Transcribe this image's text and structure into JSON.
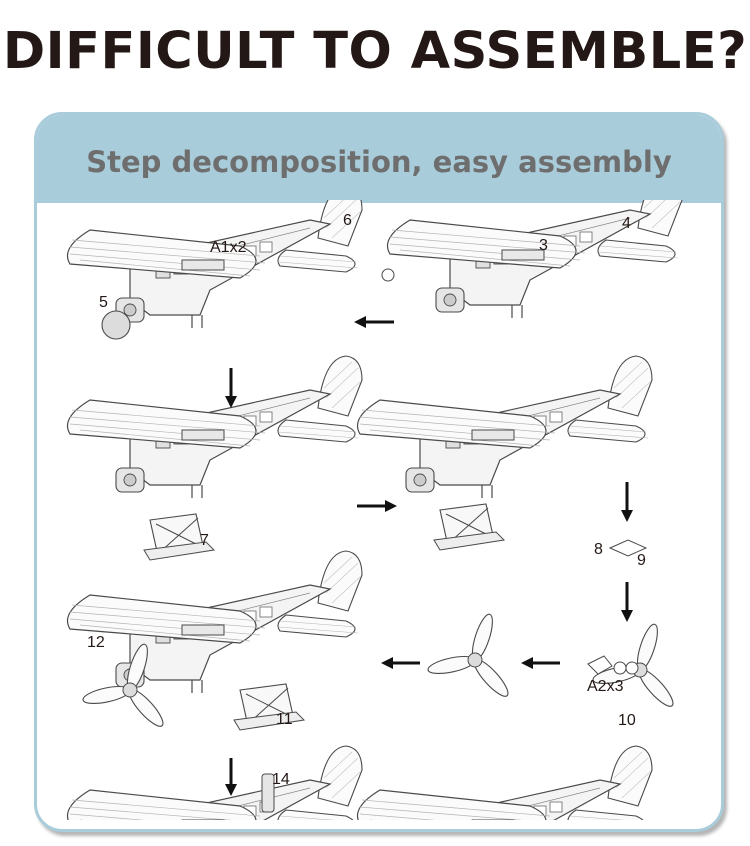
{
  "headline": "DIFFICULT TO ASSEMBLE?",
  "card": {
    "title": "Step decomposition, easy assembly"
  },
  "labels": {
    "a1x2": "A1x2",
    "p3": "3",
    "p4": "4",
    "p5": "5",
    "p6": "6",
    "p7": "7",
    "p8": "8",
    "p9": "9",
    "p10": "10",
    "p11": "11",
    "p12": "12",
    "p14": "14",
    "a2x3": "A2x3"
  }
}
